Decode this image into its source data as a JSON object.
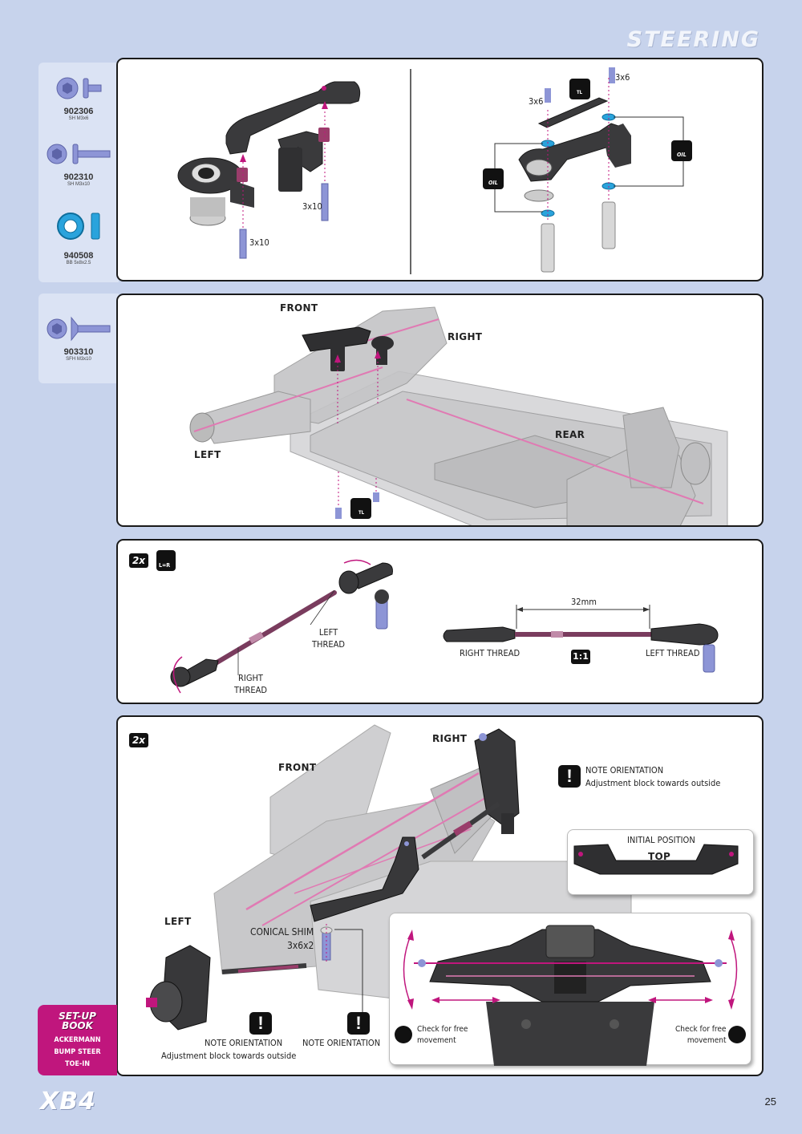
{
  "header": {
    "title": "STEERING"
  },
  "parts": [
    {
      "number": "902306",
      "desc": "SH M3x6"
    },
    {
      "number": "902310",
      "desc": "SH M3x10"
    },
    {
      "number": "940508",
      "desc": "BB 5x8x2.5"
    },
    {
      "number": "903310",
      "desc": "SFH M3x10"
    }
  ],
  "step1": {
    "left_labels": {
      "screw_a": "3x10",
      "screw_b": "3x10"
    },
    "right_labels": {
      "screw_a": "3x6",
      "screw_b": "3x6",
      "oil_a": "OIL",
      "oil_b": "OIL",
      "tl": "TL"
    }
  },
  "step2": {
    "front": "FRONT",
    "right": "RIGHT",
    "rear": "REAR",
    "left": "LEFT",
    "tl": "TL"
  },
  "step3": {
    "qty": "2x",
    "lr": "L=R",
    "left_thread": "LEFT\nTHREAD",
    "right_thread": "RIGHT\nTHREAD",
    "dim": "32mm",
    "right_thread_b": "RIGHT  THREAD",
    "left_thread_b": "LEFT  THREAD",
    "ratio": "1:1"
  },
  "step4": {
    "qty": "2x",
    "right": "RIGHT",
    "front": "FRONT",
    "left": "LEFT",
    "note1_title": "NOTE ORIENTATION",
    "note1_sub": "Adjustment block towards outside",
    "initial_position": "INITIAL POSITION",
    "top": "TOP",
    "conical_shim": "CONICAL SHIM",
    "conical_size": "3x6x2",
    "note2_title": "NOTE ORIENTATION",
    "note2_sub": "Adjustment block towards outside",
    "note3_title": "NOTE ORIENTATION",
    "check_left": "Check for free\nmovement",
    "check_right": "Check for free\nmovement"
  },
  "setup_book": {
    "title": "SET-UP\nBOOK",
    "items": [
      "ACKERMANN",
      "BUMP STEER",
      "TOE-IN"
    ]
  },
  "footer": {
    "logo": "XB4",
    "page": "25"
  },
  "colors": {
    "background": "#c7d3ec",
    "accent": "#c0167d",
    "part_blue": "#8d95d6",
    "bearing": "#2aa3dc"
  }
}
